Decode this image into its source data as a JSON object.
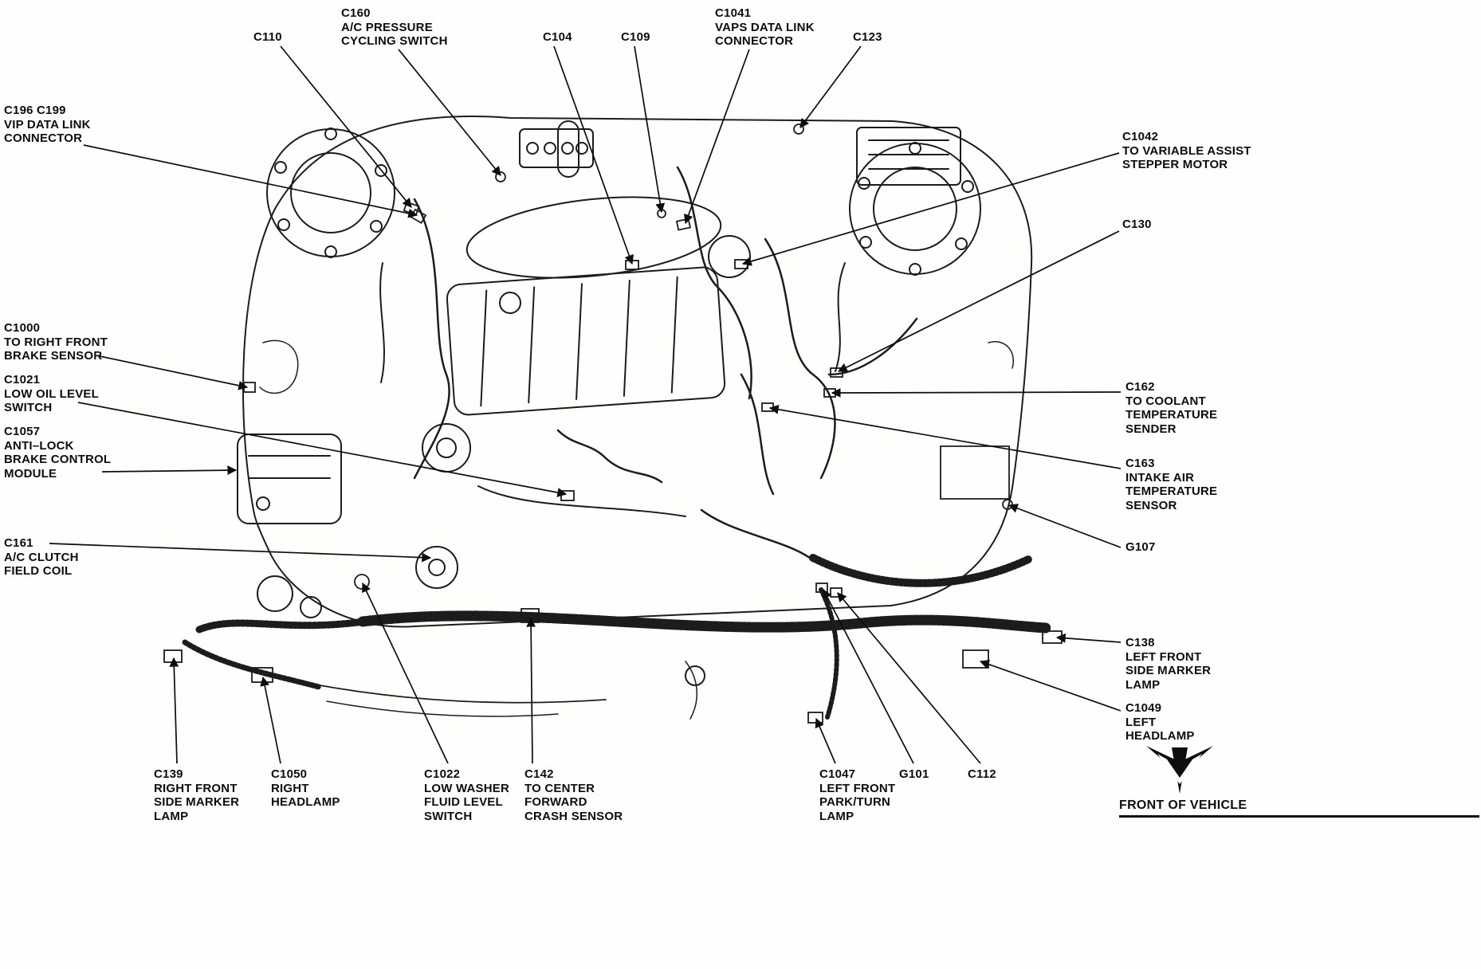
{
  "diagram": {
    "kind": "engine-compartment-connector-location",
    "ink_color": "#0d0d0d",
    "background_color": "#fffefd"
  },
  "callouts": {
    "c110": {
      "text": "C110"
    },
    "c160": {
      "text": "C160\nA/C PRESSURE\nCYCLING SWITCH"
    },
    "c104": {
      "text": "C104"
    },
    "c109": {
      "text": "C109"
    },
    "c1041": {
      "text": "C1041\nVAPS DATA LINK\nCONNECTOR"
    },
    "c123": {
      "text": "C123"
    },
    "c196": {
      "text": "C196 C199\nVIP DATA LINK\nCONNECTOR"
    },
    "c1000": {
      "text": "C1000\nTO RIGHT FRONT\nBRAKE SENSOR"
    },
    "c1021": {
      "text": "C1021\nLOW OIL LEVEL\nSWITCH"
    },
    "c1057": {
      "text": "C1057\nANTI–LOCK\nBRAKE CONTROL\nMODULE"
    },
    "c161": {
      "text": "C161\nA/C CLUTCH\nFIELD COIL"
    },
    "c1042": {
      "text": "C1042\nTO VARIABLE ASSIST\nSTEPPER MOTOR"
    },
    "c130": {
      "text": "C130"
    },
    "c162": {
      "text": "C162\nTO COOLANT\nTEMPERATURE\nSENDER"
    },
    "c163": {
      "text": "C163\nINTAKE AIR\nTEMPERATURE\nSENSOR"
    },
    "g107": {
      "text": "G107"
    },
    "c138": {
      "text": "C138\nLEFT FRONT\nSIDE MARKER\nLAMP"
    },
    "c1049": {
      "text": "C1049\nLEFT\nHEADLAMP"
    },
    "c139": {
      "text": "C139\nRIGHT FRONT\nSIDE MARKER\nLAMP"
    },
    "c1050": {
      "text": "C1050\nRIGHT\nHEADLAMP"
    },
    "c1022": {
      "text": "C1022\nLOW WASHER\nFLUID LEVEL\nSWITCH"
    },
    "c142": {
      "text": "C142\nTO CENTER\nFORWARD\nCRASH SENSOR"
    },
    "c1047": {
      "text": "C1047\nLEFT FRONT\nPARK/TURN\nLAMP"
    },
    "g101": {
      "text": "G101"
    },
    "c112": {
      "text": "C112"
    }
  },
  "footer": {
    "front_of_vehicle": "FRONT OF VEHICLE",
    "emblem_icon": "front-of-vehicle-emblem"
  }
}
